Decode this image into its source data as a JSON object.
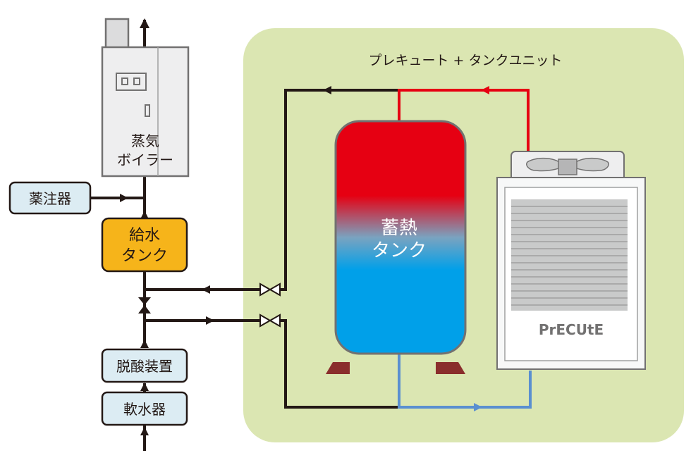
{
  "unit_area": {
    "title": "プレキュート + タンクユニット"
  },
  "boiler": {
    "line1": "蒸気",
    "line2": "ボイラー"
  },
  "chem_feeder": {
    "label": "薬注器"
  },
  "feed_tank": {
    "line1": "給水",
    "line2": "タンク"
  },
  "deaerator": {
    "label": "脱酸装置"
  },
  "softener": {
    "label": "軟水器"
  },
  "storage_tank": {
    "line1": "蓄熱",
    "line2": "タンク"
  },
  "precute_unit": {
    "logo": "PrECUtE"
  },
  "colors": {
    "area_green": "#dbe6b2",
    "pipe_black": "#231815",
    "pipe_hot": "#e60012",
    "pipe_cold": "#5a8fd0",
    "tank_hot": "#e60012",
    "tank_cold": "#00a0e9",
    "feed_tank_fill": "#f6b41a",
    "box_fill": "#dcecf3",
    "leg": "#8a2e2c"
  }
}
